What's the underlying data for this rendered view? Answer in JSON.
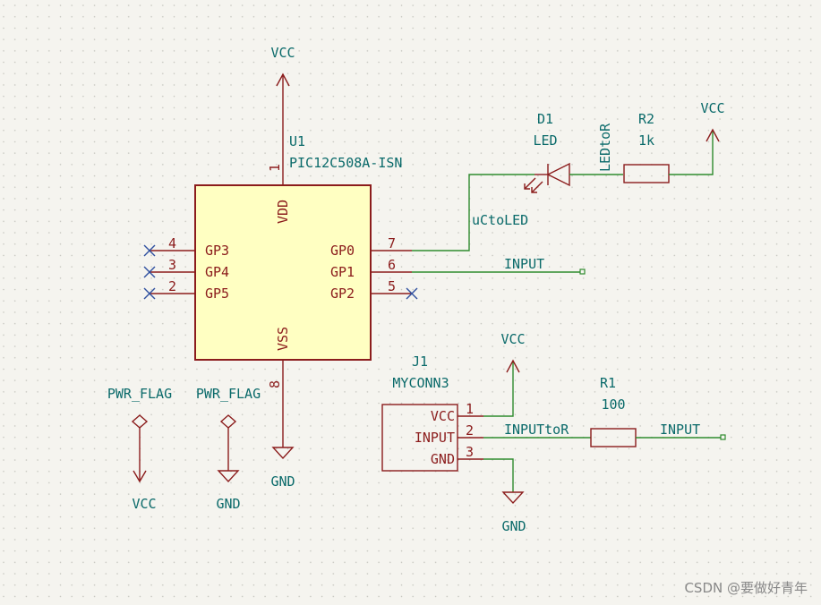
{
  "power": {
    "vcc_top": "VCC",
    "vcc_r2": "VCC",
    "vcc_j1": "VCC",
    "vcc_flag": "VCC",
    "gnd_u1": "GND",
    "gnd_j1": "GND",
    "gnd_flag": "GND",
    "pwr_flag_1": "PWR_FLAG",
    "pwr_flag_2": "PWR_FLAG"
  },
  "u1": {
    "ref": "U1",
    "value": "PIC12C508A-ISN",
    "pins": {
      "vdd_name": "VDD",
      "vdd_num": "1",
      "vss_name": "VSS",
      "vss_num": "8",
      "gp3_name": "GP3",
      "gp3_num": "4",
      "gp4_name": "GP4",
      "gp4_num": "3",
      "gp5_name": "GP5",
      "gp5_num": "2",
      "gp0_name": "GP0",
      "gp0_num": "7",
      "gp1_name": "GP1",
      "gp1_num": "6",
      "gp2_name": "GP2",
      "gp2_num": "5"
    }
  },
  "d1": {
    "ref": "D1",
    "value": "LED"
  },
  "r2": {
    "ref": "R2",
    "value": "1k"
  },
  "r1": {
    "ref": "R1",
    "value": "100"
  },
  "j1": {
    "ref": "J1",
    "value": "MYCONN3",
    "pins": {
      "p1_name": "VCC",
      "p1_num": "1",
      "p2_name": "INPUT",
      "p2_num": "2",
      "p3_name": "GND",
      "p3_num": "3"
    }
  },
  "nets": {
    "led_to_r": "LEDtoR",
    "uc_to_led": "uCtoLED",
    "input_gp1": "INPUT",
    "input_tor": "INPUTtoR",
    "input_r1": "INPUT"
  },
  "watermark": "CSDN @要做好青年",
  "colors": {
    "background": "#f5f4ef",
    "component": "#8b1c1c",
    "ic_fill": "#ffffc2",
    "wire": "#2e8b2e",
    "label": "#0a6a6a",
    "no_connect": "#3050a0"
  }
}
